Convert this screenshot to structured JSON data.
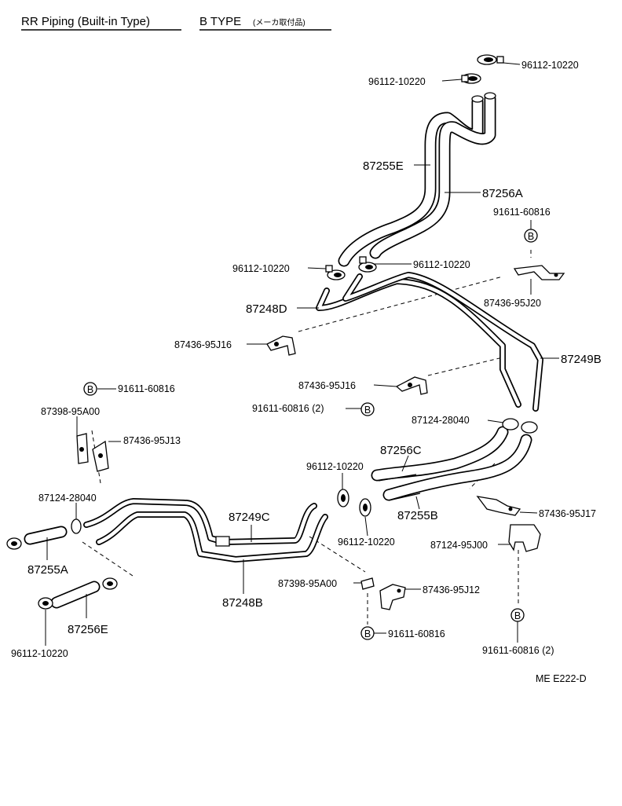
{
  "header": {
    "title_left": "RR Piping (Built-in Type)",
    "title_right": "B  TYPE",
    "title_right_note": "(メーカ取付品)"
  },
  "labels": {
    "p96112_10220_a": "96112-10220",
    "p96112_10220_b": "96112-10220",
    "p87255E": "87255E",
    "p87256A": "87256A",
    "p91611_60816_a": "91611-60816",
    "p96112_10220_c": "96112-10220",
    "p96112_10220_d": "96112-10220",
    "p87436_95J20": "87436-95J20",
    "p87248D": "87248D",
    "p87436_95J16_a": "87436-95J16",
    "p87249B": "87249B",
    "p87436_95J16_b": "87436-95J16",
    "p91611_60816_b": "91611-60816 (2)",
    "p87124_28040_a": "87124-28040",
    "p91611_60816_c": "91611-60816",
    "p87398_95A00_a": "87398-95A00",
    "p87436_95J13": "87436-95J13",
    "p87256C": "87256C",
    "p96112_10220_e": "96112-10220",
    "p87124_28040_b": "87124-28040",
    "p87249C": "87249C",
    "p87255B": "87255B",
    "p87436_95J17": "87436-95J17",
    "p96112_10220_f": "96112-10220",
    "p87124_95J00": "87124-95J00",
    "p87255A": "87255A",
    "p87398_95A00_b": "87398-95A00",
    "p87436_95J12": "87436-95J12",
    "p87248B": "87248B",
    "p87256E": "87256E",
    "p91611_60816_d": "91611-60816",
    "p96112_10220_g": "96112-10220",
    "p91611_60816_e": "91611-60816 (2)",
    "ref_code": "ME  E222-D"
  },
  "bolt_marker": "B"
}
